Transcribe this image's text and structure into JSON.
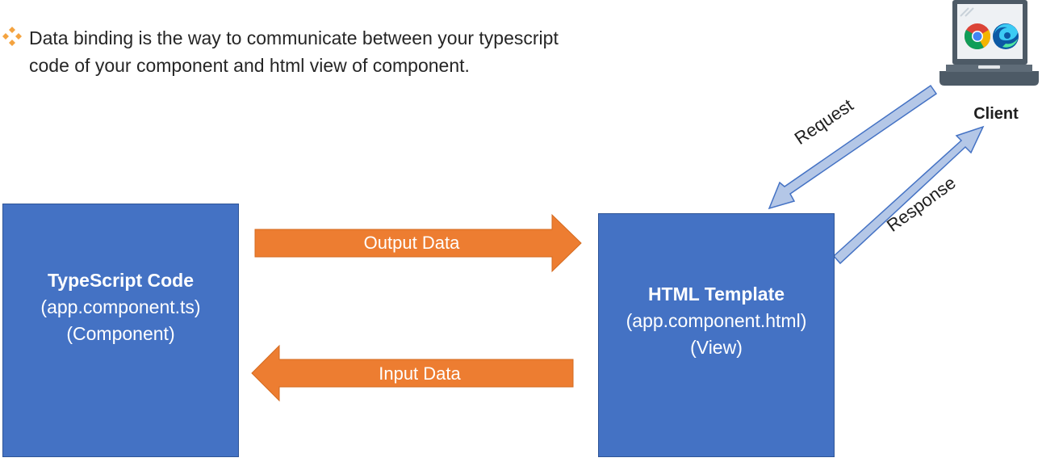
{
  "bullet": {
    "icon": "four-diamond-bullet-icon",
    "text_line1": "Data binding is the way to communicate between your typescript",
    "text_line2": "code of your component and html view of component."
  },
  "component_box": {
    "title": "TypeScript Code",
    "line1": "(app.component.ts)",
    "line2": "(Component)"
  },
  "view_box": {
    "title": "HTML Template",
    "line1": "(app.component.html)",
    "line2": "(View)"
  },
  "arrows": {
    "output_label": "Output Data",
    "input_label": "Input Data",
    "request_label": "Request",
    "response_label": "Response"
  },
  "client": {
    "label": "Client",
    "icons": [
      "laptop-icon",
      "chrome-icon",
      "edge-icon"
    ]
  },
  "colors": {
    "box_fill": "#4472c4",
    "box_border": "#2f5597",
    "orange_arrow": "#ed7d31",
    "light_arrow_fill": "#b4c7e7",
    "light_arrow_stroke": "#4472c4",
    "bullet_orange": "#f4a340"
  }
}
